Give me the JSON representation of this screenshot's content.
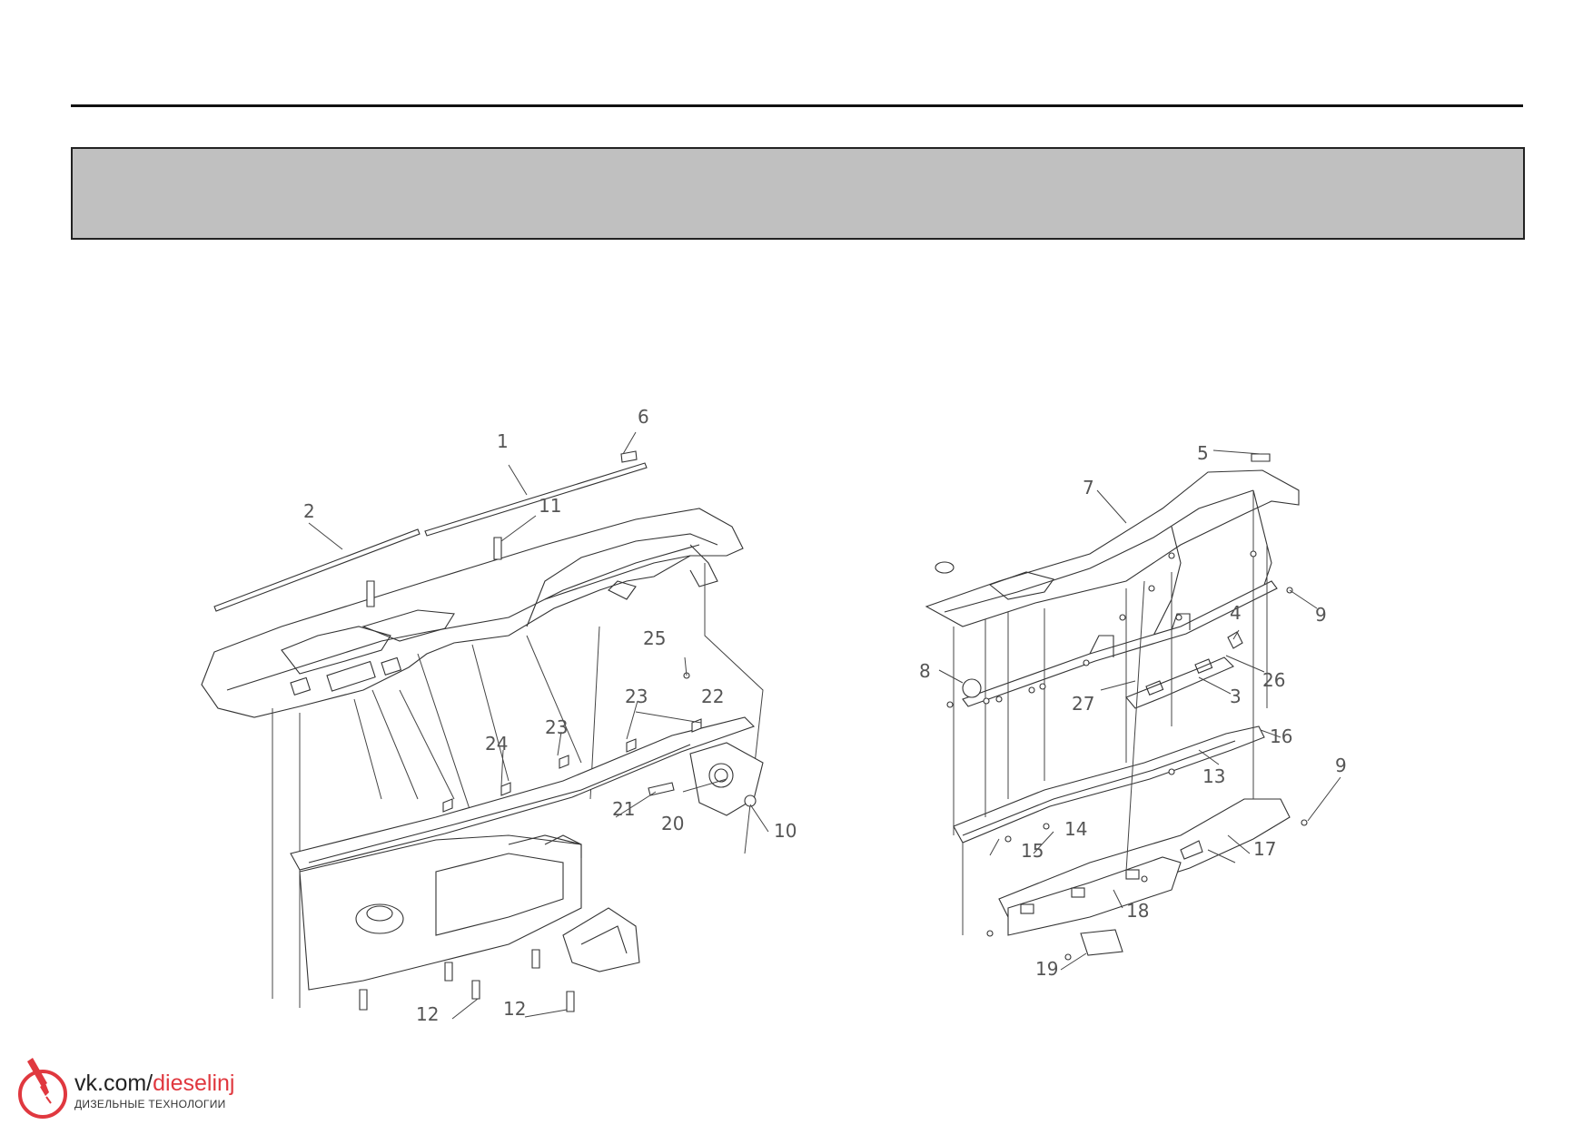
{
  "header": {
    "band_color": "#c0c0c0",
    "rule_color": "#111111"
  },
  "callouts": {
    "left": [
      "1",
      "2",
      "6",
      "11",
      "25",
      "23",
      "22",
      "23",
      "24",
      "21",
      "20",
      "10",
      "12",
      "12"
    ],
    "right": [
      "5",
      "7",
      "9",
      "4",
      "8",
      "26",
      "3",
      "27",
      "16",
      "13",
      "9",
      "14",
      "15",
      "17",
      "18",
      "19"
    ]
  },
  "watermark": {
    "url_prefix": "vk.com/",
    "url_accent": "dieselinj",
    "subtitle": "ДИЗЕЛЬНЫЕ ТЕХНОЛОГИИ",
    "accent_color": "#e0383f",
    "icon": "fuel-injector-icon"
  }
}
